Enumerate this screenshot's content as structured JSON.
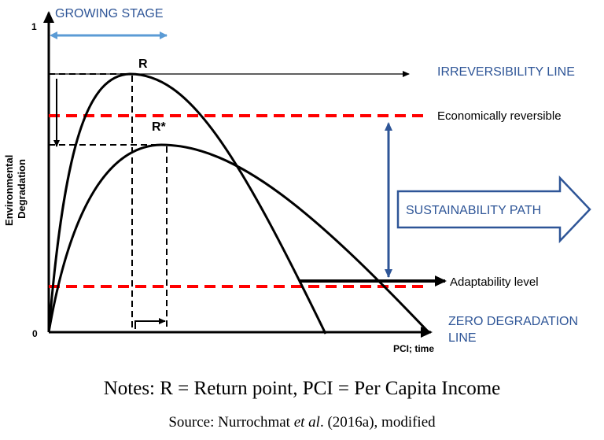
{
  "diagram": {
    "y_axis_top_tick": "1",
    "y_axis_bottom_tick": "0",
    "y_axis_label_line1": "Environmental",
    "y_axis_label_line2": "Degradation",
    "x_axis_label": "PCI; time",
    "growing_stage_label": "GROWING STAGE",
    "irreversibility_label": "IRREVERSIBILITY LINE",
    "economically_reversible_label": "Economically reversible",
    "sustainability_path_label": "SUSTAINABILITY PATH",
    "adaptability_label": "Adaptability level",
    "zero_degradation_label_line1": "ZERO DEGRADATION",
    "zero_degradation_label_line2": "LINE",
    "point_r_label": "R",
    "point_r_star_label": "R*",
    "colors": {
      "blue_text": "#2E5597",
      "light_blue_arrow": "#5B9BD5",
      "dashed_red": "#FF0000",
      "curve": "#000000",
      "arrow_fill": "#FFFFFF"
    }
  },
  "notes": {
    "prefix": "Notes: ",
    "text": "R = Return point, PCI = Per Capita Income"
  },
  "source": {
    "prefix": "Source: Nurrochmat ",
    "italic": "et al",
    "suffix": ". (2016a), modified"
  }
}
